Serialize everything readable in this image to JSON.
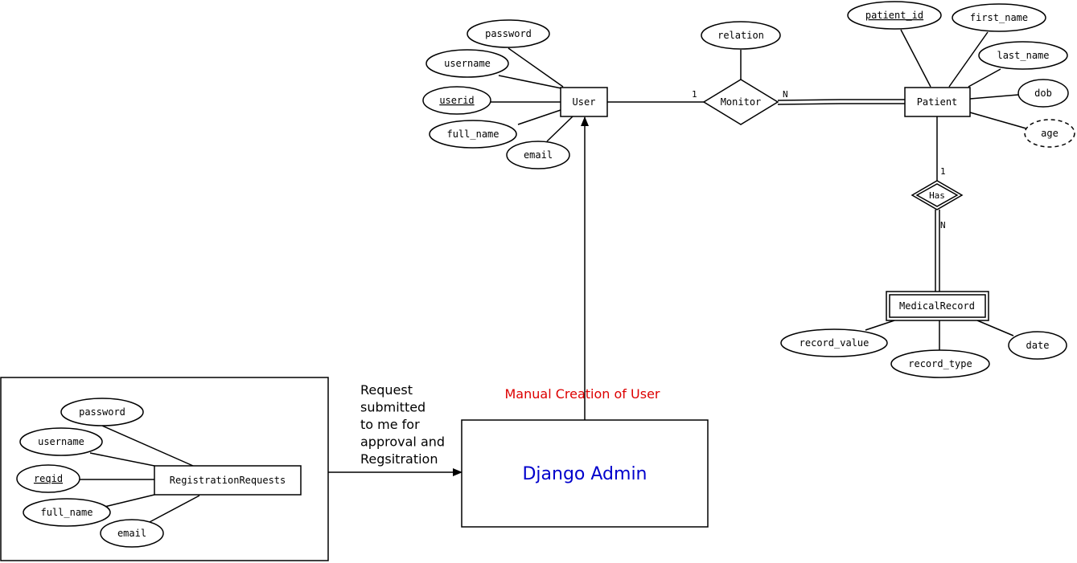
{
  "entities": {
    "user": "User",
    "patient": "Patient",
    "medical_record": "MedicalRecord",
    "registration_requests": "RegistrationRequests"
  },
  "relationships": {
    "monitor": "Monitor",
    "has": "Has"
  },
  "attributes": {
    "user": {
      "password": "password",
      "username": "username",
      "userid": "userid",
      "full_name": "full_name",
      "email": "email"
    },
    "monitor": {
      "relation": "relation"
    },
    "patient": {
      "patient_id": "patient_id",
      "first_name": "first_name",
      "last_name": "last_name",
      "dob": "dob",
      "age": "age"
    },
    "medical_record": {
      "record_value": "record_value",
      "record_type": "record_type",
      "date": "date"
    },
    "registration_requests": {
      "password": "password",
      "username": "username",
      "reqid": "reqid",
      "full_name": "full_name",
      "email": "email"
    }
  },
  "cardinalities": {
    "user_monitor": "1",
    "monitor_patient": "N",
    "patient_has": "1",
    "has_record": "N"
  },
  "process": {
    "django_admin": "Django Admin",
    "manual_creation": "Manual Creation of User",
    "request_lines": [
      "Request",
      "submitted",
      "to me for",
      "approval and",
      "Regsitration"
    ]
  },
  "colors": {
    "admin_text": "#0000cc",
    "manual_text": "#dd0000"
  }
}
